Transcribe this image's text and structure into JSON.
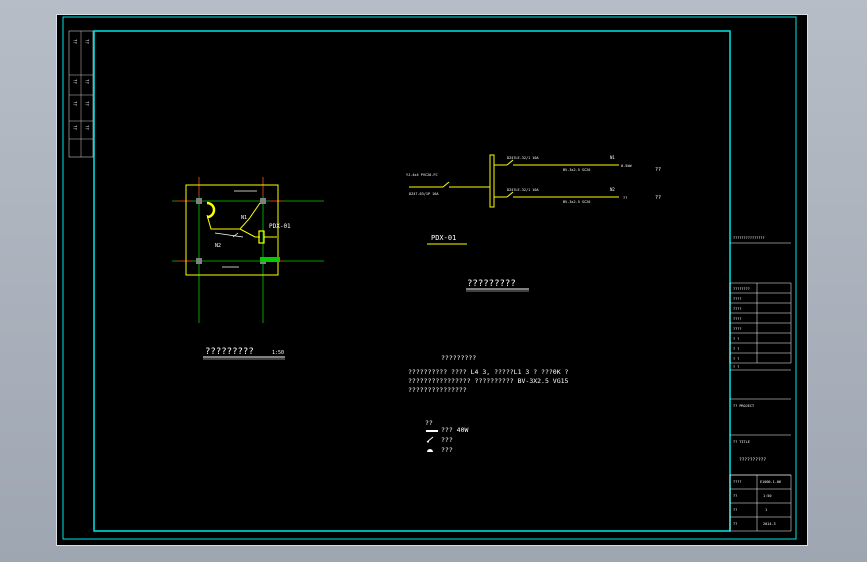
{
  "colors": {
    "canvas": "#000000",
    "frame": "#00e5e5",
    "wire": "#ffff00",
    "text": "#ffffff",
    "ground": "#00cc00",
    "axis": "#ff2020",
    "outside": "#a7aeb9"
  },
  "plan": {
    "caption": "?????????",
    "scale": "1:50",
    "panel_label": "PDX-01",
    "circuit_labels": [
      "N1",
      "N2"
    ]
  },
  "schematic": {
    "incoming_label": "YJ-4x4 PVC20-FC",
    "breaker_label": "DZ47-63/1P 16A",
    "branches": [
      {
        "breaker": "DZ47LE-32/1 10A",
        "cable": "BV-3x2.5 SC20",
        "circuit": "N1",
        "load": "0.5kW",
        "note": "??"
      },
      {
        "breaker": "DZ47LE-32/1 10A",
        "cable": "BV-3x2.5 SC20",
        "circuit": "N2",
        "load": "??",
        "note": "??"
      }
    ],
    "panel_name": "PDX-01",
    "caption": "?????????"
  },
  "notes": {
    "heading": "?????????",
    "lines": [
      "?????????? ???? L4 3, ?????L1 3   ?    ???0K       ?",
      "???????????????? ??????????    BV-3X2.5 VG15",
      "???????????????"
    ]
  },
  "legend": {
    "heading": "??",
    "items": [
      {
        "icon": "fluorescent-lamp-icon",
        "text": "???  40W"
      },
      {
        "icon": "switch-icon",
        "text": "???"
      },
      {
        "icon": "socket-icon",
        "text": "???"
      }
    ]
  },
  "title_block": {
    "company_small": "???????????????",
    "design_unit": "????????",
    "rows": [
      "????",
      "????",
      "????",
      "????",
      "? ?",
      "? ?",
      "? ?",
      "? ?"
    ],
    "project_label": "?? PROJECT",
    "drawing_label": "?? TITLE",
    "drawing_title": "??????????",
    "drawing_no_label": "????",
    "drawing_no": "E1000-1-06",
    "scale_label": "??",
    "scale": "1:50",
    "sheet_label": "??",
    "sheet": "1",
    "date_label": "??",
    "date": "2014.3"
  },
  "side_strip": {
    "cells": [
      "??",
      "??",
      "??",
      "??",
      "??",
      "??",
      "??",
      "??"
    ]
  }
}
